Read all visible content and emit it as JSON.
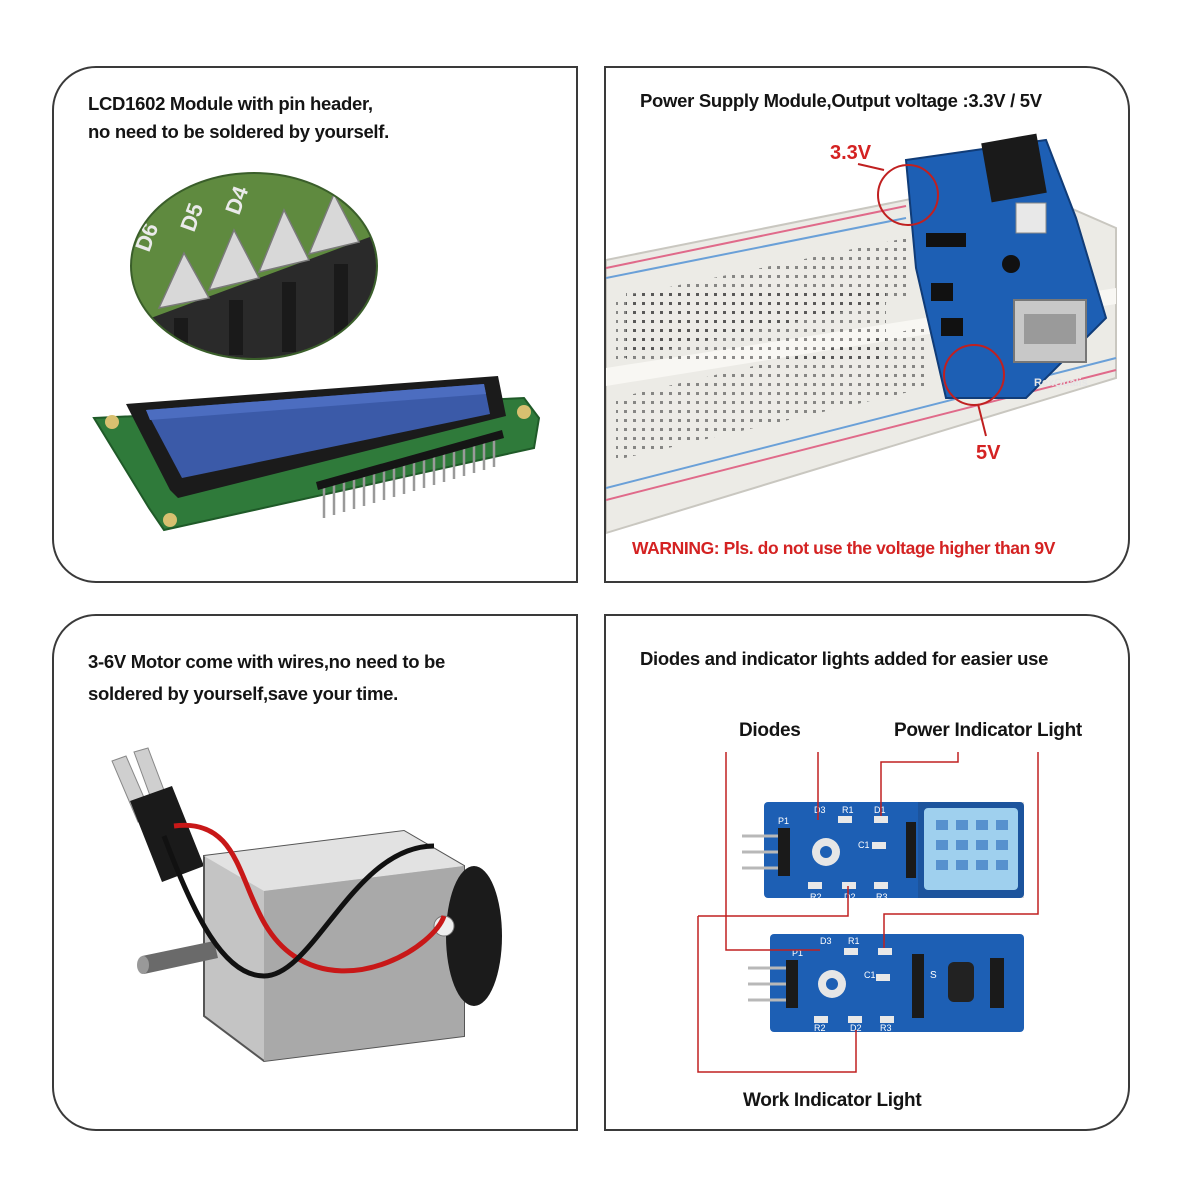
{
  "panel_lcd": {
    "caption_line1": "LCD1602 Module with pin header,",
    "caption_line2": "no need to be soldered by yourself.",
    "pin_labels": [
      "D4",
      "D5",
      "D6"
    ]
  },
  "panel_power": {
    "caption": "Power Supply Module,Output voltage :3.3V / 5V",
    "label_33v": "3.3V",
    "label_5v": "5V",
    "warning": "WARNING: Pls. do not use the voltage higher than 9V",
    "board_brand": "RexQualis"
  },
  "panel_motor": {
    "caption_line1": "3-6V Motor come with wires,no need to be",
    "caption_line2": "soldered by yourself,save your time."
  },
  "panel_diodes": {
    "caption": "Diodes and indicator lights added for easier use",
    "label_diodes": "Diodes",
    "label_power_light": "Power Indicator Light",
    "label_work_light": "Work Indicator Light",
    "silk": {
      "d3": "D3",
      "r1": "R1",
      "d1": "D1",
      "p1": "P1",
      "c1": "C1",
      "r2": "R2",
      "d2": "D2",
      "r3": "R3",
      "s": "S"
    }
  },
  "colors": {
    "accent_red": "#d42222",
    "pcb_blue": "#1d5fb4",
    "pcb_green": "#2f7a3a",
    "lcd_blue": "#3b5aa8"
  }
}
